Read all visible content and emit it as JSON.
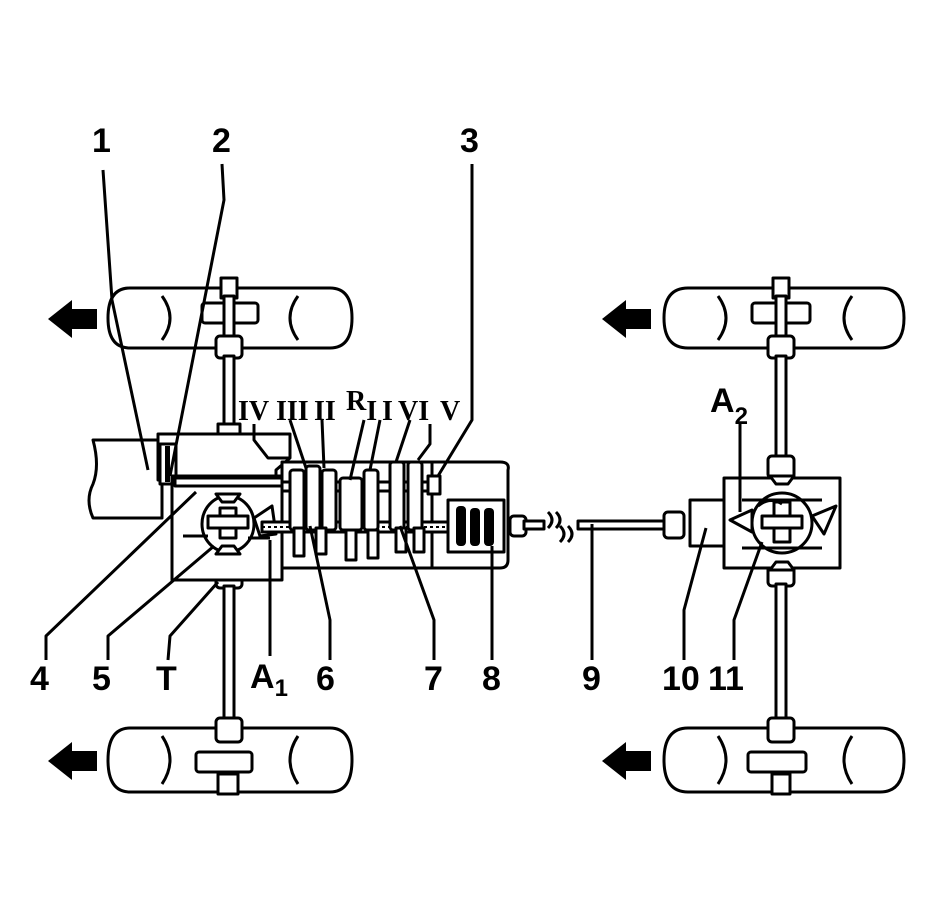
{
  "callouts": {
    "c1": "1",
    "c2": "2",
    "c3": "3",
    "c4": "4",
    "c5": "5",
    "cT": "T",
    "cA1_main": "A",
    "cA1_sub": "1",
    "c6": "6",
    "c7": "7",
    "c8": "8",
    "c9": "9",
    "c10": "10",
    "c11": "11",
    "cA2_main": "A",
    "cA2_sub": "2"
  },
  "gear_labels": {
    "g4": "IV",
    "g3": "III",
    "g2": "II",
    "gR_main": "R",
    "gR_sub": "I",
    "g1": "I",
    "g6": "VI",
    "g5": "V"
  },
  "direction": "left",
  "colors": {
    "ink": "#000000",
    "paper": "#ffffff"
  }
}
